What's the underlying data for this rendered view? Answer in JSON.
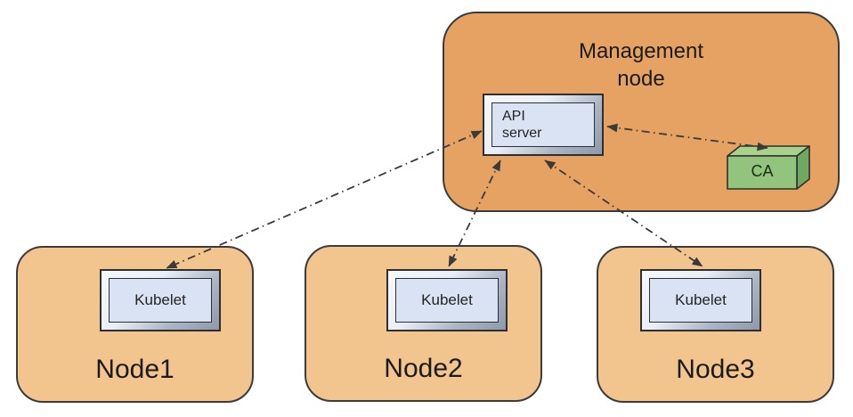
{
  "diagram": {
    "management_node": {
      "label": "Management node",
      "api_server": {
        "label": "API server"
      },
      "ca": {
        "label": "CA"
      }
    },
    "nodes": [
      {
        "label": "Node1",
        "component": "Kubelet"
      },
      {
        "label": "Node2",
        "component": "Kubelet"
      },
      {
        "label": "Node3",
        "component": "Kubelet"
      }
    ],
    "edges": [
      {
        "from": "API server",
        "to": "Kubelet (Node1)",
        "direction": "bidirectional",
        "style": "dash-dot"
      },
      {
        "from": "API server",
        "to": "Kubelet (Node2)",
        "direction": "bidirectional",
        "style": "dash-dot"
      },
      {
        "from": "API server",
        "to": "Kubelet (Node3)",
        "direction": "bidirectional",
        "style": "dash-dot"
      },
      {
        "from": "API server",
        "to": "CA",
        "direction": "bidirectional",
        "style": "dash-dot"
      }
    ],
    "colors": {
      "management_node_fill": "#e5a263",
      "node_fill": "#f2c48e",
      "chip_panel_fill": "#d9e3f3",
      "ca_front_fill": "#93c47d",
      "ca_top_fill": "#a9d18e",
      "ca_side_fill": "#6fa85f",
      "box_border": "#3b3b3b",
      "arrow": "#3a3a3a"
    }
  }
}
